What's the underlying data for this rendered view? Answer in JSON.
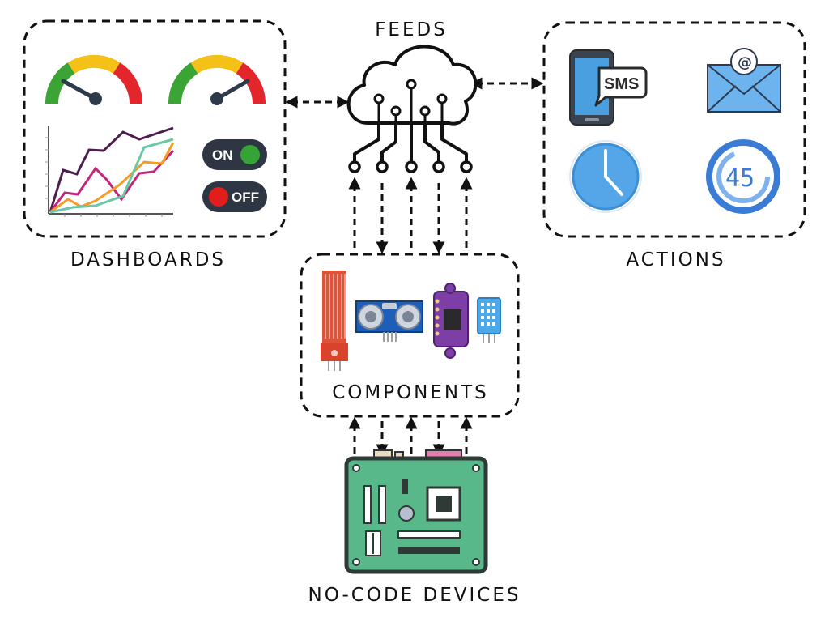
{
  "labels": {
    "feeds": "FEEDS",
    "dashboards": "DASHBOARDS",
    "actions": "ACTIONS",
    "components": "COMPONENTS",
    "devices": "NO-CODE DEVICES"
  },
  "dashboard": {
    "toggle_on_label": "ON",
    "toggle_off_label": "OFF",
    "gauges": [
      {
        "name": "gauge-left",
        "needle": "low"
      },
      {
        "name": "gauge-right",
        "needle": "high"
      }
    ]
  },
  "actions": {
    "sms_label": "SMS",
    "email_symbol": "@",
    "timer_digits": "45"
  },
  "icons": [
    "cloud-icon",
    "gauge-icon",
    "line-chart-icon",
    "toggle-on-icon",
    "toggle-off-icon",
    "phone-sms-icon",
    "email-icon",
    "clock-icon",
    "timer-icon",
    "water-sensor-icon",
    "ultrasonic-sensor-icon",
    "purple-sensor-icon",
    "dht-sensor-icon",
    "circuit-board-icon"
  ],
  "colors": {
    "gauge_green": "#3aa535",
    "gauge_yellow": "#f5c018",
    "gauge_red": "#e3262b",
    "board_green": "#58b88a",
    "icon_blue": "#4a9fe0",
    "sensor_purple": "#7d3ea6",
    "sensor_red": "#e0533b"
  }
}
